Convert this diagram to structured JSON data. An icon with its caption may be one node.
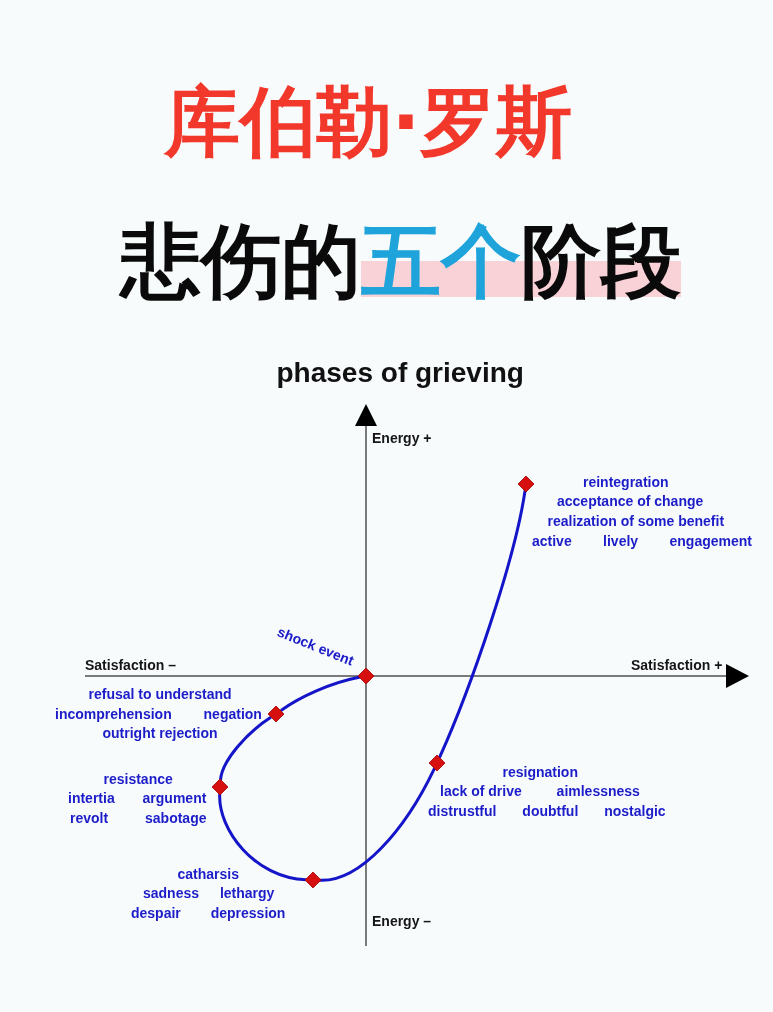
{
  "diagram": {
    "title": "悲伤的五个阶段",
    "nodes": [
      {
        "text": [],
        "shape": "diamond",
        "beside": [
          "shock event"
        ]
      },
      {
        "text": [],
        "shape": "diamond",
        "beside": [
          "refusal to understand",
          "incomprehension negation",
          "outright rejection"
        ]
      },
      {
        "text": [],
        "shape": "diamond",
        "beside": [
          "resistance",
          "intertia argument",
          "revolt sabotage"
        ]
      },
      {
        "text": [],
        "shape": "diamond",
        "beside": [
          "catharsis",
          "sadness lethargy",
          "despair depression"
        ]
      },
      {
        "text": [],
        "shape": "diamond",
        "beside": [
          "resignation",
          "lack of drive aimlessness",
          "distrustful doubtful nostalgic"
        ]
      },
      {
        "text": [],
        "shape": "diamond",
        "beside": [
          "reintegration",
          "acceptance of change",
          "realization of some benefit",
          "active lively engagement"
        ]
      }
    ],
    "edges": [
      {
        "from": 0,
        "to": 1,
        "arrow": "none"
      },
      {
        "from": 1,
        "to": 2,
        "arrow": "none"
      },
      {
        "from": 2,
        "to": 3,
        "arrow": "none"
      },
      {
        "from": 3,
        "to": 4,
        "arrow": "none"
      },
      {
        "from": 4,
        "to": 5,
        "arrow": "none"
      }
    ],
    "labels": [
      "库伯勒·罗斯",
      "phases of grieving",
      "Energy +",
      "Satisfaction –",
      "Satisfaction +",
      "Energy –"
    ]
  }
}
